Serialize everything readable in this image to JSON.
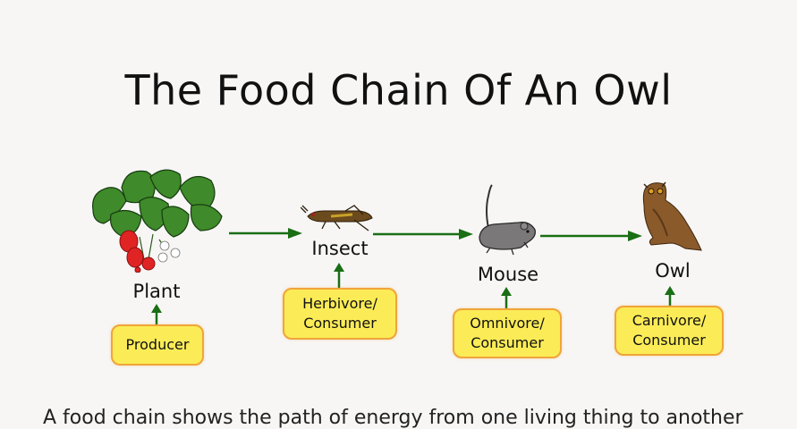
{
  "title": "The Food Chain Of An Owl",
  "colors": {
    "arrow": "#1a6e14",
    "box_fill": "#fbec57",
    "box_border": "#f0a43a",
    "background": "#f7f6f5"
  },
  "chain": [
    {
      "name": "Plant",
      "role": "Producer",
      "icon": "strawberry-plant-icon"
    },
    {
      "name": "Insect",
      "role_line1": "Herbivore/",
      "role_line2": "Consumer",
      "icon": "grasshopper-icon"
    },
    {
      "name": "Mouse",
      "role_line1": "Omnivore/",
      "role_line2": "Consumer",
      "icon": "mouse-icon"
    },
    {
      "name": "Owl",
      "role_line1": "Carnivore/",
      "role_line2": "Consumer",
      "icon": "owl-icon"
    }
  ],
  "caption": "A food chain shows the path of energy from one living thing to another"
}
